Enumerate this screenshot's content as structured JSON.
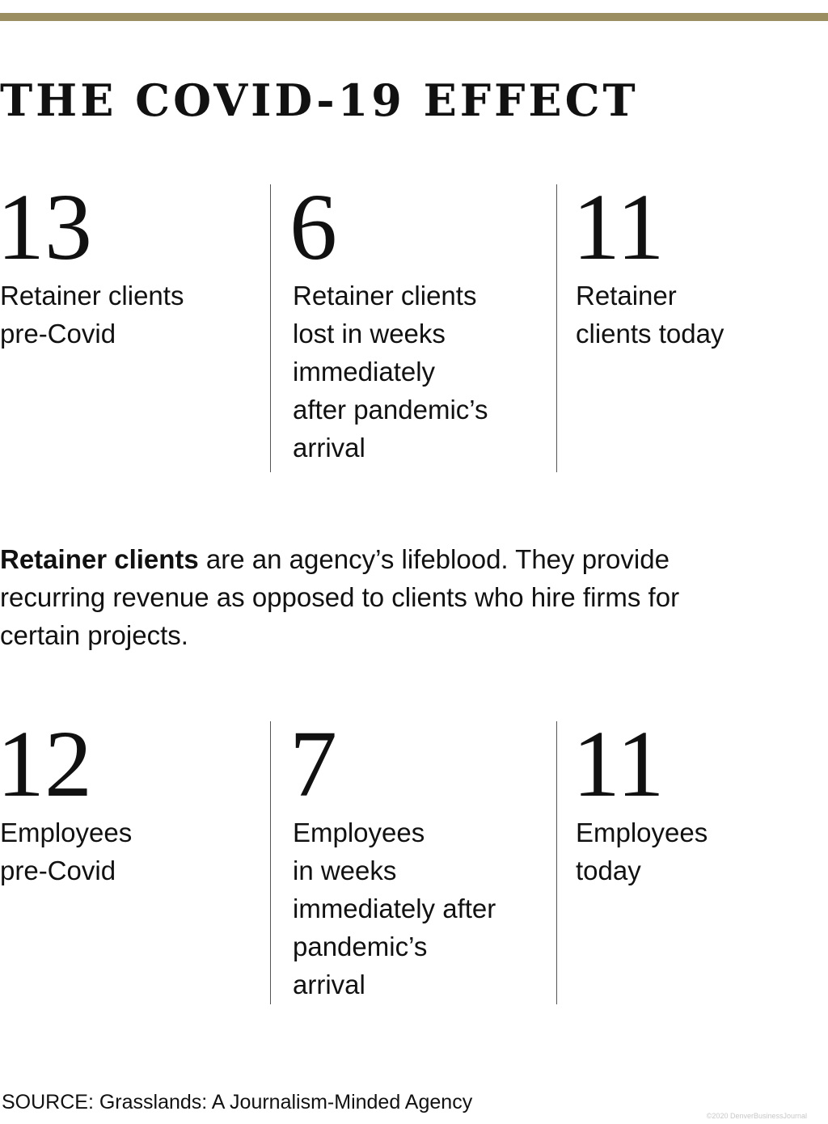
{
  "title": "THE COVID-19 EFFECT",
  "accent_color": "#9b8f62",
  "clients_row": [
    {
      "number": "13",
      "label": "Retainer clients\npre-Covid"
    },
    {
      "number": "6",
      "label": "Retainer clients\nlost in weeks\nimmediately\nafter pandemic’s\narrival"
    },
    {
      "number": "11",
      "label": "Retainer\nclients today"
    }
  ],
  "blurb": {
    "strong": "Retainer clients",
    "rest": " are an agency’s lifeblood. They provide recurring revenue as opposed to clients who hire firms for certain projects."
  },
  "employees_row": [
    {
      "number": "12",
      "label": "Employees\npre-Covid"
    },
    {
      "number": "7",
      "label": "Employees\nin weeks\nimmediately after\npandemic’s\narrival"
    },
    {
      "number": "11",
      "label": "Employees\ntoday"
    }
  ],
  "source": "SOURCE: Grasslands: A Journalism-Minded Agency",
  "credit": "©2020 DenverBusinessJournal"
}
